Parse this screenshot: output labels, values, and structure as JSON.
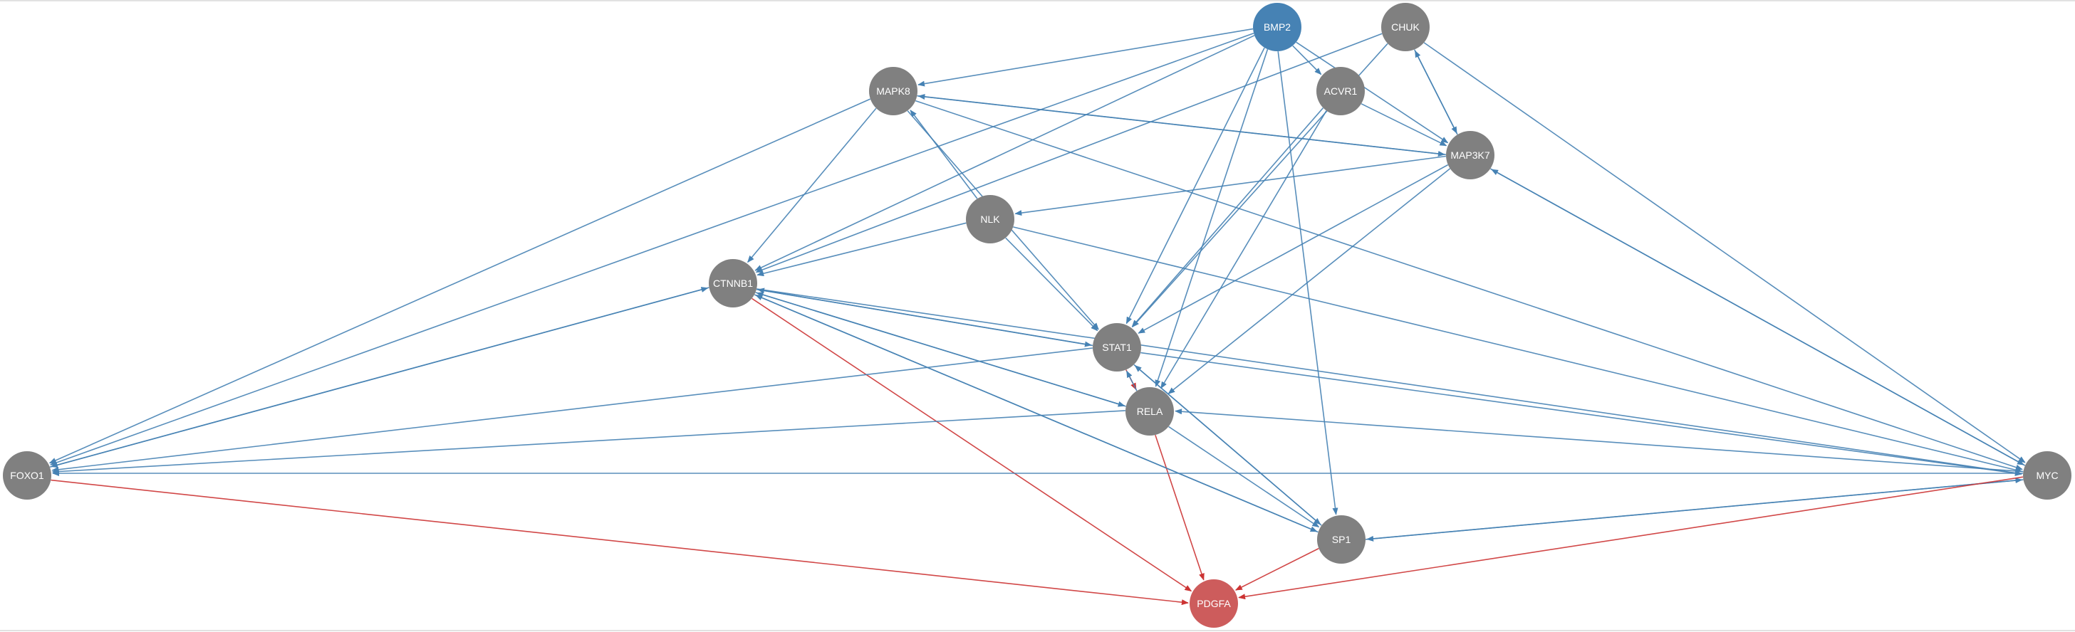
{
  "colors": {
    "node_default": "#808080",
    "node_source": "#4682b4",
    "node_target": "#cd5c5c",
    "edge_activation": "#4682b4",
    "edge_inhibition": "#cc3333",
    "label": "#ffffff"
  },
  "nodes": [
    {
      "id": "BMP2",
      "label": "BMP2",
      "role": "source"
    },
    {
      "id": "CHUK",
      "label": "CHUK",
      "role": "default"
    },
    {
      "id": "MAPK8",
      "label": "MAPK8",
      "role": "default"
    },
    {
      "id": "ACVR1",
      "label": "ACVR1",
      "role": "default"
    },
    {
      "id": "MAP3K7",
      "label": "MAP3K7",
      "role": "default"
    },
    {
      "id": "NLK",
      "label": "NLK",
      "role": "default"
    },
    {
      "id": "CTNNB1",
      "label": "CTNNB1",
      "role": "default"
    },
    {
      "id": "STAT1",
      "label": "STAT1",
      "role": "default"
    },
    {
      "id": "RELA",
      "label": "RELA",
      "role": "default"
    },
    {
      "id": "FOXO1",
      "label": "FOXO1",
      "role": "default"
    },
    {
      "id": "MYC",
      "label": "MYC",
      "role": "default"
    },
    {
      "id": "SP1",
      "label": "SP1",
      "role": "default"
    },
    {
      "id": "PDGFA",
      "label": "PDGFA",
      "role": "target"
    }
  ],
  "edges": [
    {
      "from": "BMP2",
      "to": "MAPK8",
      "type": "activation"
    },
    {
      "from": "BMP2",
      "to": "CTNNB1",
      "type": "activation"
    },
    {
      "from": "BMP2",
      "to": "FOXO1",
      "type": "activation"
    },
    {
      "from": "BMP2",
      "to": "ACVR1",
      "type": "activation"
    },
    {
      "from": "BMP2",
      "to": "MAP3K7",
      "type": "activation"
    },
    {
      "from": "BMP2",
      "to": "STAT1",
      "type": "activation"
    },
    {
      "from": "BMP2",
      "to": "RELA",
      "type": "activation"
    },
    {
      "from": "BMP2",
      "to": "SP1",
      "type": "activation"
    },
    {
      "from": "CHUK",
      "to": "CTNNB1",
      "type": "activation"
    },
    {
      "from": "CHUK",
      "to": "MAP3K7",
      "type": "activation"
    },
    {
      "from": "CHUK",
      "to": "STAT1",
      "type": "activation"
    },
    {
      "from": "CHUK",
      "to": "MYC",
      "type": "activation"
    },
    {
      "from": "MAP3K7",
      "to": "CHUK",
      "type": "activation"
    },
    {
      "from": "MAPK8",
      "to": "CTNNB1",
      "type": "activation"
    },
    {
      "from": "MAPK8",
      "to": "FOXO1",
      "type": "activation"
    },
    {
      "from": "MAPK8",
      "to": "STAT1",
      "type": "activation"
    },
    {
      "from": "MAPK8",
      "to": "MAP3K7",
      "type": "activation"
    },
    {
      "from": "MAPK8",
      "to": "MYC",
      "type": "activation"
    },
    {
      "from": "MAP3K7",
      "to": "MAPK8",
      "type": "activation"
    },
    {
      "from": "NLK",
      "to": "MAPK8",
      "type": "activation"
    },
    {
      "from": "ACVR1",
      "to": "STAT1",
      "type": "activation"
    },
    {
      "from": "ACVR1",
      "to": "RELA",
      "type": "activation"
    },
    {
      "from": "ACVR1",
      "to": "MAP3K7",
      "type": "activation"
    },
    {
      "from": "MAP3K7",
      "to": "NLK",
      "type": "activation"
    },
    {
      "from": "MAP3K7",
      "to": "STAT1",
      "type": "activation"
    },
    {
      "from": "MAP3K7",
      "to": "RELA",
      "type": "activation"
    },
    {
      "from": "MAP3K7",
      "to": "MYC",
      "type": "activation"
    },
    {
      "from": "MYC",
      "to": "MAP3K7",
      "type": "activation"
    },
    {
      "from": "NLK",
      "to": "CTNNB1",
      "type": "activation"
    },
    {
      "from": "NLK",
      "to": "STAT1",
      "type": "activation"
    },
    {
      "from": "NLK",
      "to": "MYC",
      "type": "activation"
    },
    {
      "from": "CTNNB1",
      "to": "FOXO1",
      "type": "activation"
    },
    {
      "from": "FOXO1",
      "to": "CTNNB1",
      "type": "activation"
    },
    {
      "from": "CTNNB1",
      "to": "STAT1",
      "type": "activation"
    },
    {
      "from": "CTNNB1",
      "to": "RELA",
      "type": "activation"
    },
    {
      "from": "CTNNB1",
      "to": "SP1",
      "type": "activation"
    },
    {
      "from": "CTNNB1",
      "to": "MYC",
      "type": "activation"
    },
    {
      "from": "CTNNB1",
      "to": "PDGFA",
      "type": "inhibition"
    },
    {
      "from": "STAT1",
      "to": "FOXO1",
      "type": "activation"
    },
    {
      "from": "STAT1",
      "to": "CTNNB1",
      "type": "activation"
    },
    {
      "from": "STAT1",
      "to": "RELA",
      "type": "inhibition"
    },
    {
      "from": "STAT1",
      "to": "SP1",
      "type": "activation"
    },
    {
      "from": "STAT1",
      "to": "MYC",
      "type": "activation"
    },
    {
      "from": "RELA",
      "to": "FOXO1",
      "type": "activation"
    },
    {
      "from": "RELA",
      "to": "CTNNB1",
      "type": "activation"
    },
    {
      "from": "RELA",
      "to": "STAT1",
      "type": "activation"
    },
    {
      "from": "RELA",
      "to": "SP1",
      "type": "activation"
    },
    {
      "from": "RELA",
      "to": "PDGFA",
      "type": "inhibition"
    },
    {
      "from": "MYC",
      "to": "RELA",
      "type": "activation"
    },
    {
      "from": "MYC",
      "to": "FOXO1",
      "type": "activation"
    },
    {
      "from": "FOXO1",
      "to": "PDGFA",
      "type": "inhibition"
    },
    {
      "from": "SP1",
      "to": "CTNNB1",
      "type": "activation"
    },
    {
      "from": "SP1",
      "to": "STAT1",
      "type": "activation"
    },
    {
      "from": "SP1",
      "to": "MYC",
      "type": "activation"
    },
    {
      "from": "MYC",
      "to": "SP1",
      "type": "activation"
    },
    {
      "from": "SP1",
      "to": "PDGFA",
      "type": "inhibition"
    },
    {
      "from": "MYC",
      "to": "PDGFA",
      "type": "inhibition"
    }
  ]
}
